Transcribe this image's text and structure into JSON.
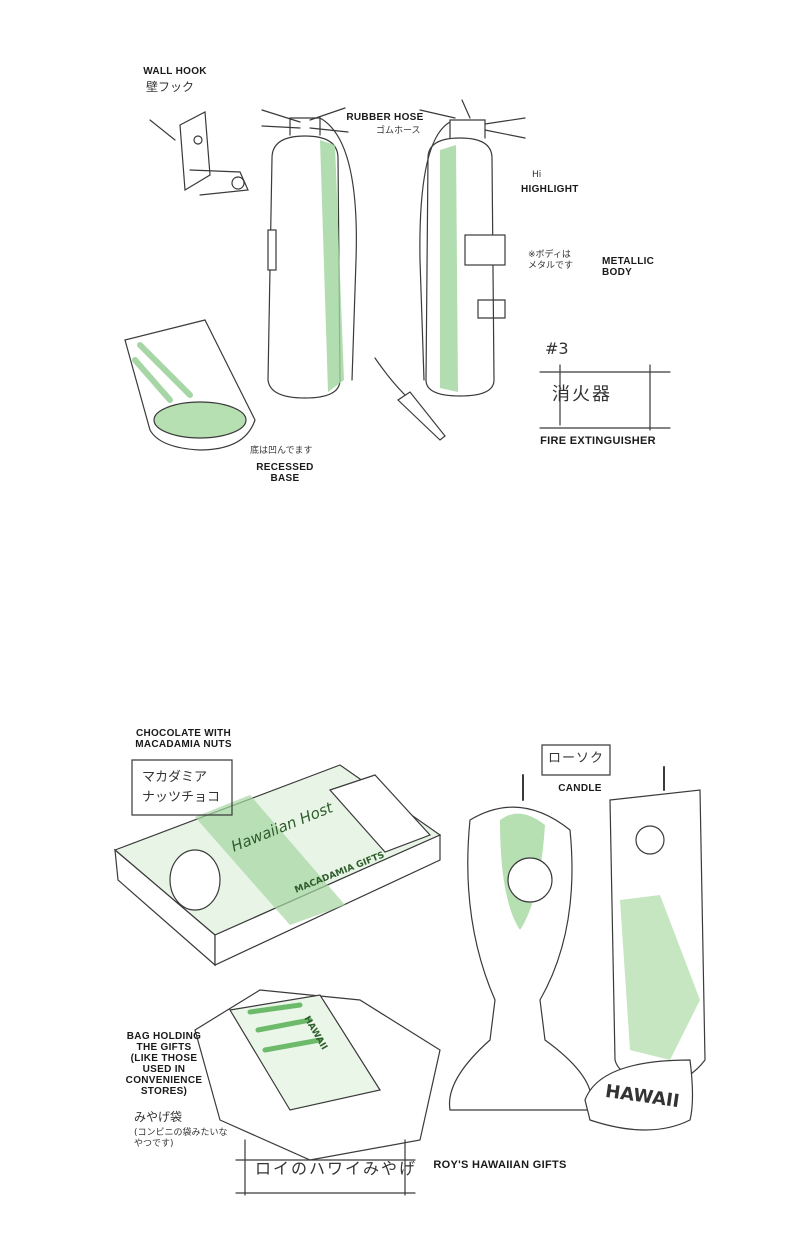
{
  "top_sheet": {
    "wall_hook_label": "WALL HOOK",
    "wall_hook_jp": "壁フック",
    "rubber_hose_label": "RUBBER HOSE",
    "rubber_hose_jp": "ゴムホース",
    "highlight_mark": "Hi",
    "highlight_label": "HIGHLIGHT",
    "metallic_jp": "※ボディは\nメタルです",
    "metallic_label": "METALLIC\nBODY",
    "sheet_number": "#3",
    "object_jp": "消火器",
    "object_label": "FIRE EXTINGUISHER",
    "base_jp": "底は凹んでます",
    "base_label": "RECESSED\nBASE"
  },
  "bottom_sheet": {
    "chocolate_label": "CHOCOLATE WITH\nMACADAMIA NUTS",
    "chocolate_jp": "マカダミア\nナッツチョコ",
    "box_brand": "Hawaiian Host",
    "box_product": "MACADAMIA GIFTS",
    "candle_jp": "ローソク",
    "candle_label": "CANDLE",
    "bag_label": "BAG HOLDING\nTHE GIFTS\n(LIKE THOSE\nUSED IN\nCONVENIENCE\nSTORES)",
    "bag_jp": "みやげ袋",
    "bag_note_jp": "(コンビニの袋みたいな\nやつです)",
    "bag_print": "HAWAII",
    "tiki_base_text": "HAWAII",
    "gifts_jp": "ロイのハワイみやげ",
    "gifts_label": "ROY'S HAWAIIAN GIFTS"
  },
  "colors": {
    "green": "#6dbb6a",
    "line": "#3a3a3a",
    "paper": "#ffffff"
  }
}
